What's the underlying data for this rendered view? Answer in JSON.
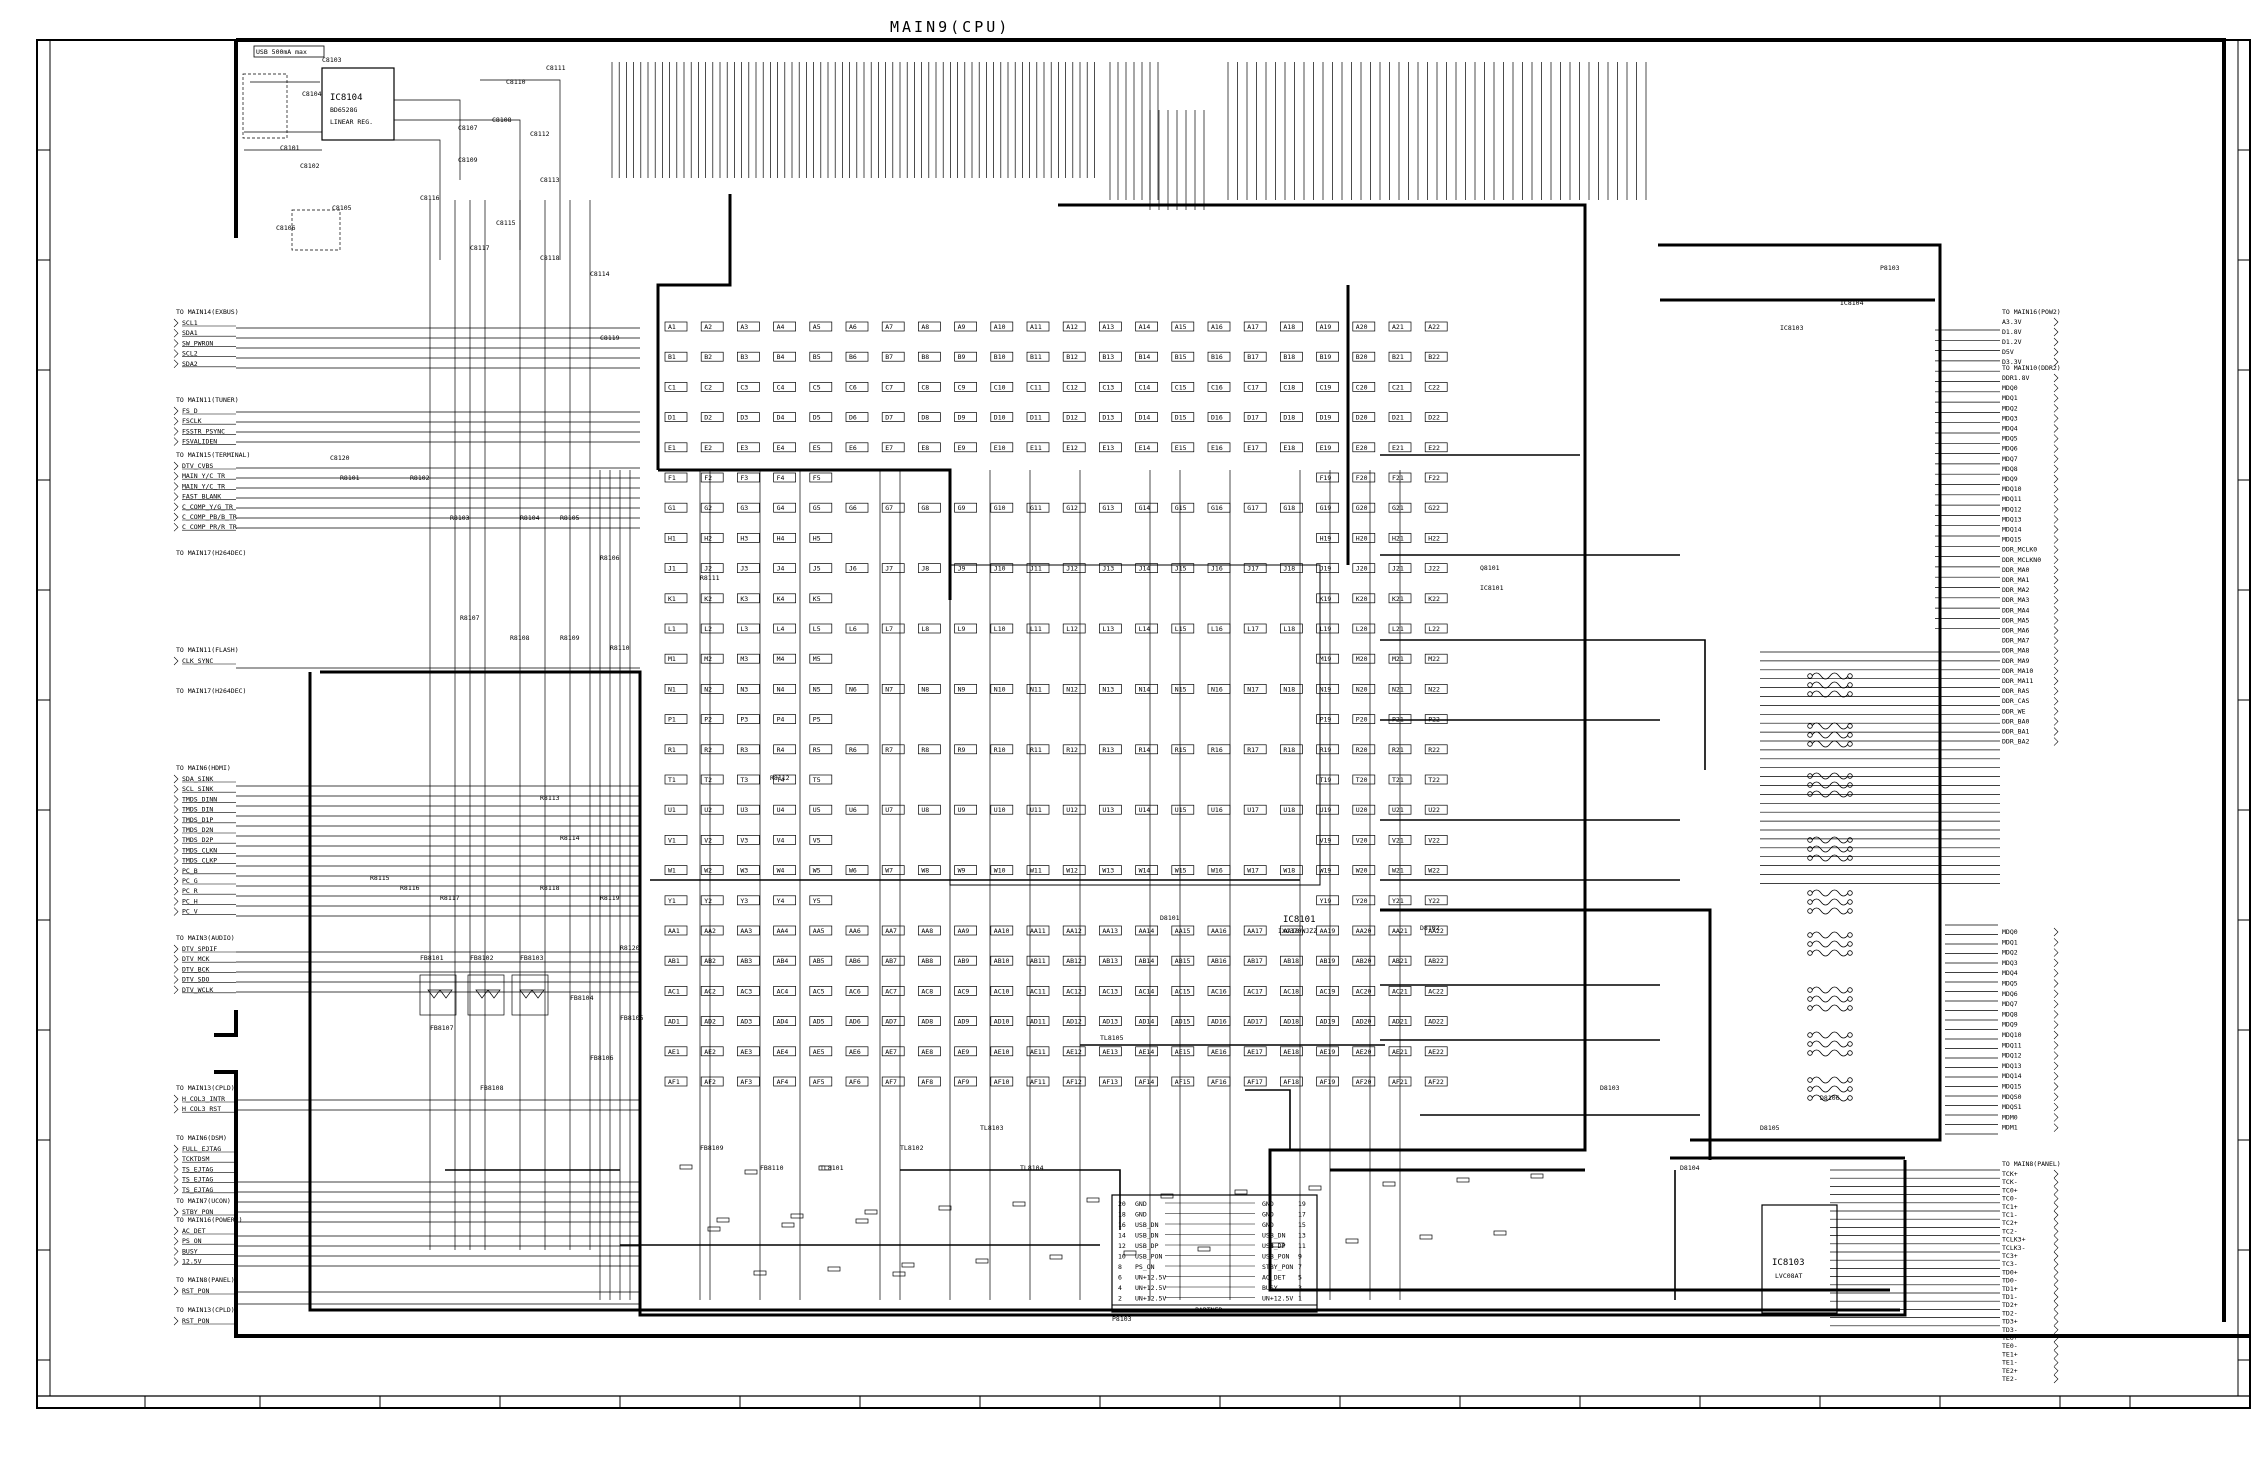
{
  "sheet": {
    "title": "MAIN9(CPU)"
  },
  "ics": {
    "cpu": {
      "ref": "IC8101",
      "part": "IXC370WJZZ"
    },
    "regulator": {
      "ref": "IC8104",
      "part": "BD6528G",
      "desc": "LINEAR REG."
    },
    "buffer": {
      "ref": "IC8103",
      "part": "LVC08AT"
    },
    "partner": {
      "ref": "P8103",
      "part": "PARTNER"
    }
  },
  "top_note": "USB 500mA max",
  "left_groups": [
    {
      "header": "TO MAIN14(EXBUS)",
      "signals": [
        "SCL1",
        "SDA1",
        "SW_PWRON",
        "SCL2",
        "SDA2"
      ]
    },
    {
      "header": "TO MAIN11(TUNER)",
      "signals": [
        "FS_D",
        "FSCLK",
        "FSSTR_PSYNC",
        "FSVALIDEN"
      ]
    },
    {
      "header": "TO MAIN15(TERMINAL)",
      "signals": [
        "DTV_CVBS",
        "MAIN_Y/C_TR",
        "MAIN_Y/C_TR",
        "FAST_BLANK",
        "C_COMP_Y/G_TR",
        "C_COMP_PB/B_TR",
        "C_COMP_PR/R_TR"
      ]
    },
    {
      "header": "TO MAIN17(H264DEC)",
      "signals": []
    },
    {
      "header": "TO MAIN11(FLASH)",
      "signals": [
        "CLK_SYNC"
      ]
    },
    {
      "header": "TO MAIN17(H264DEC)",
      "signals": []
    },
    {
      "header": "TO MAIN6(HDMI)",
      "signals": [
        "SDA_SINK",
        "SCL_SINK",
        "TMDS_DINN",
        "TMDS_DIN",
        "TMDS_D1P",
        "TMDS_D2N",
        "TMDS_D2P",
        "TMDS_CLKN",
        "TMDS_CLKP",
        "PC_B",
        "PC_G",
        "PC_R",
        "PC_H",
        "PC_V"
      ]
    },
    {
      "header": "TO MAIN3(AUDIO)",
      "signals": [
        "DTV_SPDIF",
        "DTV_MCK",
        "DTV_BCK",
        "DTV_SDO",
        "DTV_WCLK"
      ]
    },
    {
      "header": "TO MAIN13(CPLD)",
      "signals": [
        "H_COL3_INTR",
        "H_COL3_RST"
      ]
    },
    {
      "header": "TO MAIN6(DSM)",
      "signals": [
        "FULL_EJTAG",
        "TCKTDSM",
        "TS_EJTAG",
        "TS_EJTAG",
        "TS_EJTAG"
      ]
    },
    {
      "header": "TO MAIN7(UCON)",
      "signals": [
        "STBY_PON"
      ]
    },
    {
      "header": "TO MAIN16(POWER2)",
      "signals": [
        "AC_DET",
        "PS_ON",
        "BUSY",
        "12.5V"
      ]
    },
    {
      "header": "TO MAIN8(PANEL)",
      "signals": [
        "RST_PON"
      ]
    },
    {
      "header": "TO MAIN13(CPLD)",
      "signals": [
        "RST_PON"
      ]
    }
  ],
  "right_groups": [
    {
      "header": "TO MAIN16(POW2)",
      "signals": [
        "A3.3V",
        "D1.8V",
        "D1.2V",
        "D5V",
        "D3.3V"
      ]
    },
    {
      "header": "TO MAIN10(DDR2)",
      "signals": [
        "DDR1.8V",
        "MDQ0",
        "MDQ1",
        "MDQ2",
        "MDQ3",
        "MDQ4",
        "MDQ5",
        "MDQ6",
        "MDQ7",
        "MDQ8",
        "MDQ9",
        "MDQ10",
        "MDQ11",
        "MDQ12",
        "MDQ13",
        "MDQ14",
        "MDQ15",
        "DDR_MCLK0",
        "DDR_MCLKN0",
        "DDR_MA0",
        "DDR_MA1",
        "DDR_MA2",
        "DDR_MA3",
        "DDR_MA4",
        "DDR_MA5",
        "DDR_MA6",
        "DDR_MA7",
        "DDR_MA8",
        "DDR_MA9",
        "DDR_MA10",
        "DDR_MA11",
        "DDR_RAS",
        "DDR_CAS",
        "DDR_WE",
        "DDR_BA0",
        "DDR_BA1",
        "DDR_BA2"
      ]
    },
    {
      "header": "",
      "signals": [
        "MDQ0",
        "MDQ1",
        "MDQ2",
        "MDQ3",
        "MDQ4",
        "MDQ5",
        "MDQ6",
        "MDQ7",
        "MDQ8",
        "MDQ9",
        "MDQ10",
        "MDQ11",
        "MDQ12",
        "MDQ13",
        "MDQ14",
        "MDQ15",
        "MDQS0",
        "MDQS1",
        "MDM0",
        "MDM1"
      ]
    },
    {
      "header": "TO MAIN8(PANEL)",
      "signals": [
        "TCK+",
        "TCK-",
        "TC0+",
        "TC0-",
        "TC1+",
        "TC1-",
        "TC2+",
        "TC2-",
        "TCLK3+",
        "TCLK3-",
        "TC3+",
        "TC3-",
        "TD0+",
        "TD0-",
        "TD1+",
        "TD1-",
        "TD2+",
        "TD2-",
        "TD3+",
        "TD3-",
        "TE0+",
        "TE0-",
        "TE1+",
        "TE1-",
        "TE2+",
        "TE2-"
      ]
    }
  ],
  "partner_pins": [
    {
      "l": "20",
      "ln": "GND",
      "rn": "GND",
      "r": "19"
    },
    {
      "l": "18",
      "ln": "GND",
      "rn": "GND",
      "r": "17"
    },
    {
      "l": "16",
      "ln": "USB_DN",
      "rn": "GND",
      "r": "15"
    },
    {
      "l": "14",
      "ln": "USB_DN",
      "rn": "USB_DN",
      "r": "13"
    },
    {
      "l": "12",
      "ln": "USB_DP",
      "rn": "USB_DP",
      "r": "11"
    },
    {
      "l": "10",
      "ln": "USB_PON",
      "rn": "USB_PON",
      "r": "9"
    },
    {
      "l": "8",
      "ln": "PS_ON",
      "rn": "STBY_PON",
      "r": "7"
    },
    {
      "l": "6",
      "ln": "UN+12.5V",
      "rn": "AC_DET",
      "r": "5"
    },
    {
      "l": "4",
      "ln": "UN+12.5V",
      "rn": "BUSY",
      "r": "3"
    },
    {
      "l": "2",
      "ln": "UN+12.5V",
      "rn": "UN+12.5V",
      "r": "1"
    }
  ],
  "component_refs": [
    "C8101",
    "C8102",
    "C8103",
    "C8104",
    "C8105",
    "C8106",
    "C8107",
    "C8108",
    "C8109",
    "C8110",
    "C8111",
    "C8112",
    "C8113",
    "C8114",
    "C8115",
    "C8116",
    "C8117",
    "C8118",
    "C8119",
    "C8120",
    "R8101",
    "R8102",
    "R8103",
    "R8104",
    "R8105",
    "R8106",
    "R8107",
    "R8108",
    "R8109",
    "R8110",
    "R8111",
    "R8112",
    "R8113",
    "R8114",
    "R8115",
    "R8116",
    "R8117",
    "R8118",
    "R8119",
    "R8120",
    "FB8101",
    "FB8102",
    "FB8103",
    "FB8104",
    "FB8105",
    "FB8106",
    "FB8107",
    "FB8108",
    "FB8109",
    "FB8110",
    "TL8101",
    "TL8102",
    "TL8103",
    "TL8104",
    "TL8105",
    "D8101",
    "D8102",
    "D8103",
    "D8104",
    "D8105",
    "D8106",
    "Q8101",
    "IC8101",
    "IC8103",
    "IC8104",
    "P8103"
  ],
  "ball_rows": [
    "A",
    "B",
    "C",
    "D",
    "E",
    "F",
    "G",
    "H",
    "J",
    "K",
    "L",
    "M",
    "N",
    "P",
    "R",
    "T",
    "U",
    "V",
    "W",
    "Y",
    "AA",
    "AB",
    "AC",
    "AD",
    "AE",
    "AF"
  ]
}
